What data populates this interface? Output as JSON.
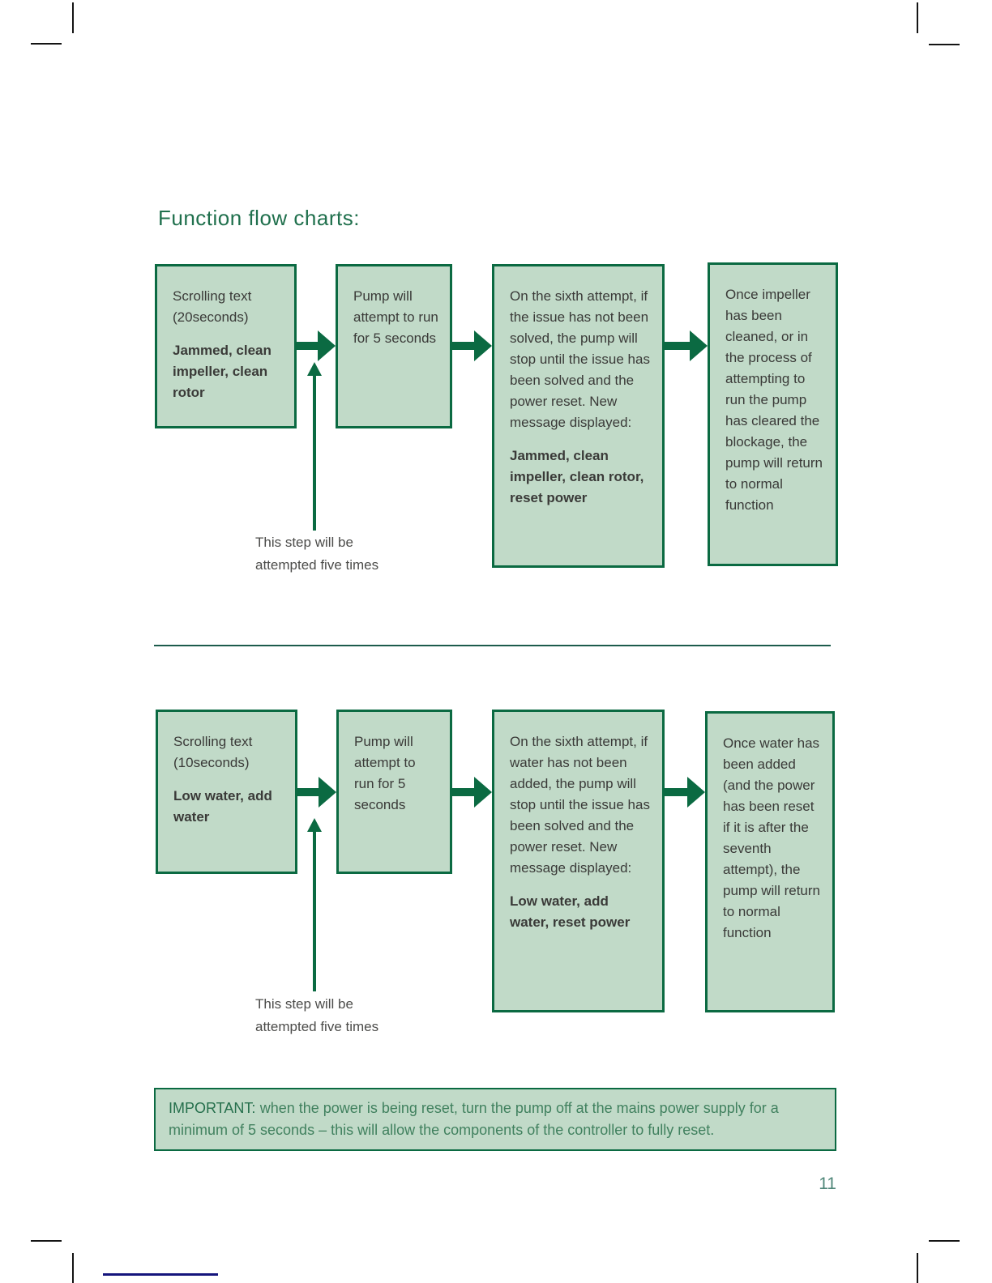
{
  "page": {
    "title": "Function flow charts:",
    "page_number": "11"
  },
  "colors": {
    "box_fill": "#c1dac8",
    "box_border": "#0b6a42",
    "arrow_green": "#0b6a42",
    "title_green": "#20704d",
    "body_text": "#3a3a38",
    "note_gray": "#4c4c4a",
    "important_text_green": "#41815f",
    "important_label_green": "#256f4c",
    "divider_green": "#1c5b4c",
    "page_number_green": "#4e8678",
    "crop_mark_black": "#141414",
    "footer_line_blue": "#14147c"
  },
  "flows": [
    {
      "id": "jammed-impeller",
      "boxes": [
        {
          "text": "Scrolling text (20seconds)",
          "message": "Jammed, clean impeller, clean rotor"
        },
        {
          "text": "Pump will attempt to run for 5 seconds"
        },
        {
          "text": "On the sixth attempt, if the issue has not been solved, the pump will stop until the issue has been solved and the power reset. New message displayed:",
          "message": "Jammed, clean impeller, clean rotor, reset power"
        },
        {
          "text": "Once impeller has been cleaned, or in the process of attempting to run the pump has cleared the blockage, the pump will return to normal function"
        }
      ],
      "note": "This step will be attempted five times"
    },
    {
      "id": "low-water",
      "boxes": [
        {
          "text": "Scrolling text (10seconds)",
          "message": "Low water, add water"
        },
        {
          "text": "Pump will attempt to run for 5 seconds"
        },
        {
          "text": "On the sixth attempt, if water has not been added, the pump will stop until the issue has been solved and the power reset. New message displayed:",
          "message": "Low water, add water, reset power"
        },
        {
          "text": "Once water has been added (and the power has been reset if it is after the seventh attempt), the pump will return to normal function"
        }
      ],
      "note": "This step will be attempted five times"
    }
  ],
  "important": {
    "label": "IMPORTANT:",
    "text": "when the power is being reset, turn the pump off at the mains power supply for a minimum of 5 seconds – this will allow the components of the controller to fully reset."
  }
}
